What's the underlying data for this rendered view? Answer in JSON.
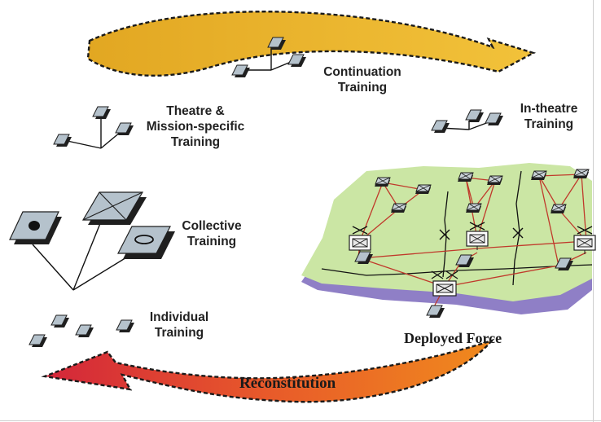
{
  "labels": {
    "continuation": [
      "Continuation",
      "Training"
    ],
    "theatre": [
      "Theatre &",
      "Mission-specific",
      "Training"
    ],
    "in_theatre": [
      "In-theatre",
      "Training"
    ],
    "collective": [
      "Collective",
      "Training"
    ],
    "individual": [
      "Individual",
      "Training"
    ],
    "deployed_force": "Deployed Force",
    "reconstitution": "Reconstitution"
  },
  "colors": {
    "top_arrow_left": "#e2a722",
    "top_arrow_right": "#f2c23a",
    "bottom_arrow_left": "#d3263a",
    "bottom_arrow_right": "#f08a1d",
    "terrain": "#cbe6a4",
    "terrain_shadow": "#8f7fc6",
    "links": "#c0392b",
    "node_face": "#b5c2cc",
    "node_shadow": "#1f1f1f"
  }
}
